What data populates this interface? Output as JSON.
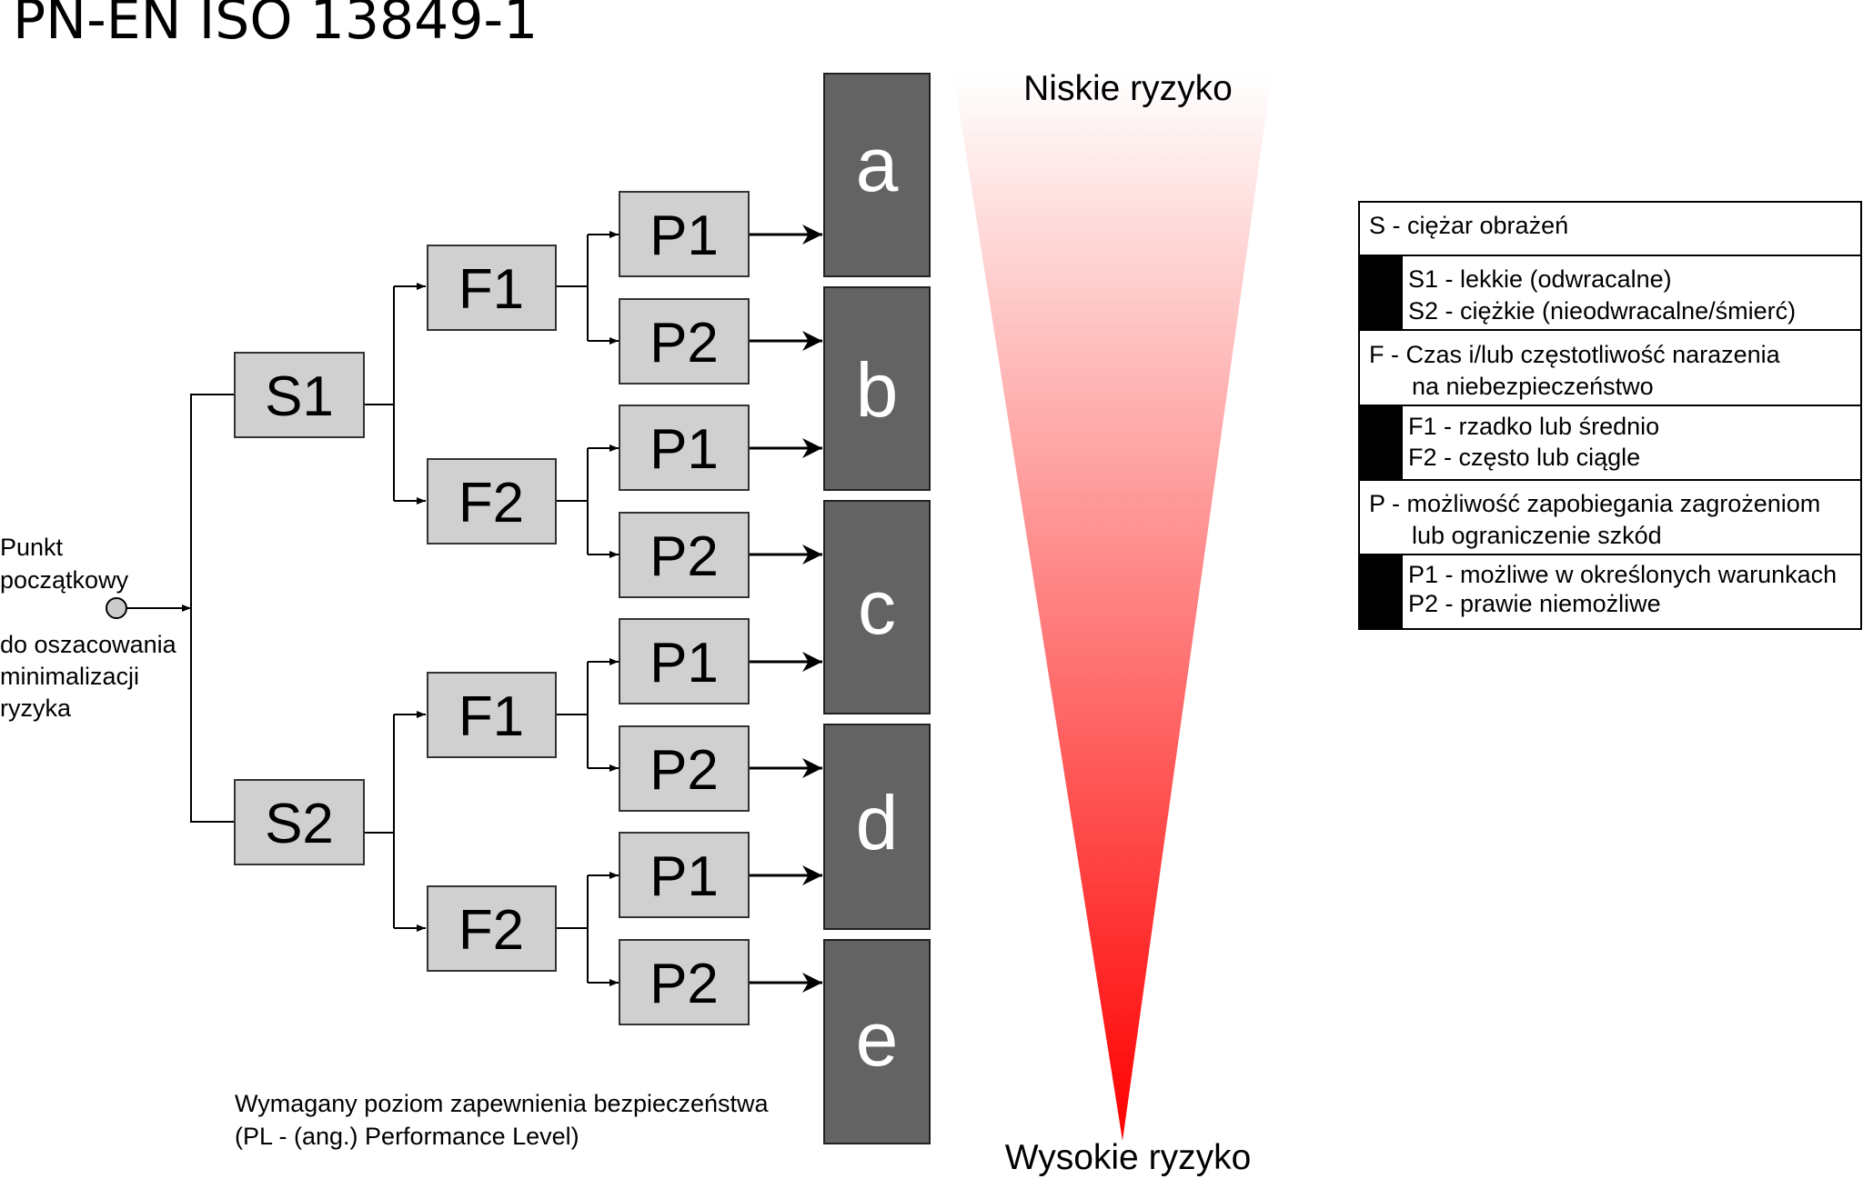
{
  "title": "PN-EN ISO 13849-1",
  "start_point": {
    "label_top": [
      "Punkt",
      "początkowy"
    ],
    "label_bottom": [
      "do oszacowania",
      "minimalizacji",
      "ryzyka"
    ]
  },
  "nodes": {
    "s1": "S1",
    "s2": "S2",
    "f1a": "F1",
    "f2a": "F2",
    "f1b": "F1",
    "f2b": "F2",
    "p1_1": "P1",
    "p2_1": "P2",
    "p1_2": "P1",
    "p2_2": "P2",
    "p1_3": "P1",
    "p2_3": "P2",
    "p1_4": "P1",
    "p2_4": "P2"
  },
  "levels": [
    "a",
    "b",
    "c",
    "d",
    "e"
  ],
  "risk": {
    "low": "Niskie ryzyko",
    "high": "Wysokie ryzyko",
    "color_top": "#ffffff",
    "color_bottom": "#ff0000"
  },
  "pl_caption": [
    "Wymagany poziom zapewnienia bezpieczeństwa",
    "(PL - (ang.) Performance Level)"
  ],
  "legend": {
    "s_header": "S - ciężar obrażeń",
    "s1": "S1 - lekkie (odwracalne)",
    "s2": "S2 - ciężkie (nieodwracalne/śmierć)",
    "f_header_1": "F - Czas i/lub częstotliwość narazenia",
    "f_header_2": "na niebezpieczeństwo",
    "f1": "F1 - rzadko lub średnio",
    "f2": "F2 - często lub ciągle",
    "p_header_1": "P - możliwość zapobiegania zagrożeniom",
    "p_header_2": "lub ograniczenie szkód",
    "p1": "P1 - możliwe w określonych warunkach",
    "p2": "P2 - prawie niemożliwe"
  },
  "colors": {
    "node_fill": "#d0d0d0",
    "level_fill": "#636363"
  }
}
